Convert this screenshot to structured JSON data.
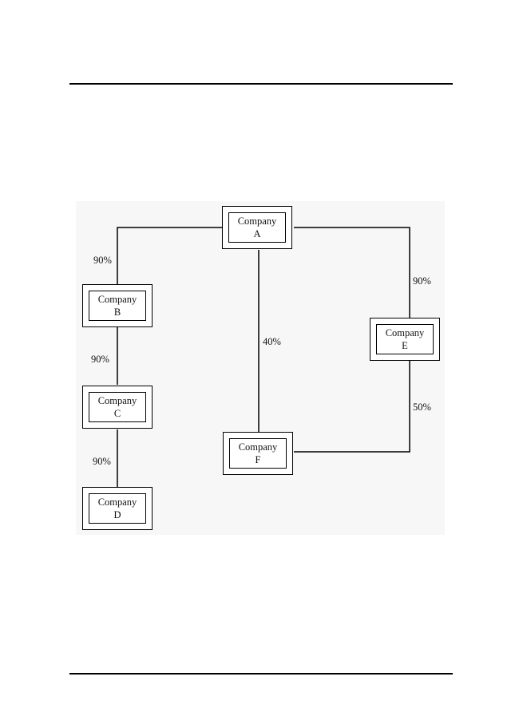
{
  "companies": {
    "a": "Company\nA",
    "b": "Company\nB",
    "c": "Company\nC",
    "d": "Company\nD",
    "e": "Company\nE",
    "f": "Company\nF"
  },
  "ownership": {
    "a_b": "90%",
    "b_c": "90%",
    "c_d": "90%",
    "a_f": "40%",
    "a_e": "90%",
    "e_f": "50%"
  }
}
